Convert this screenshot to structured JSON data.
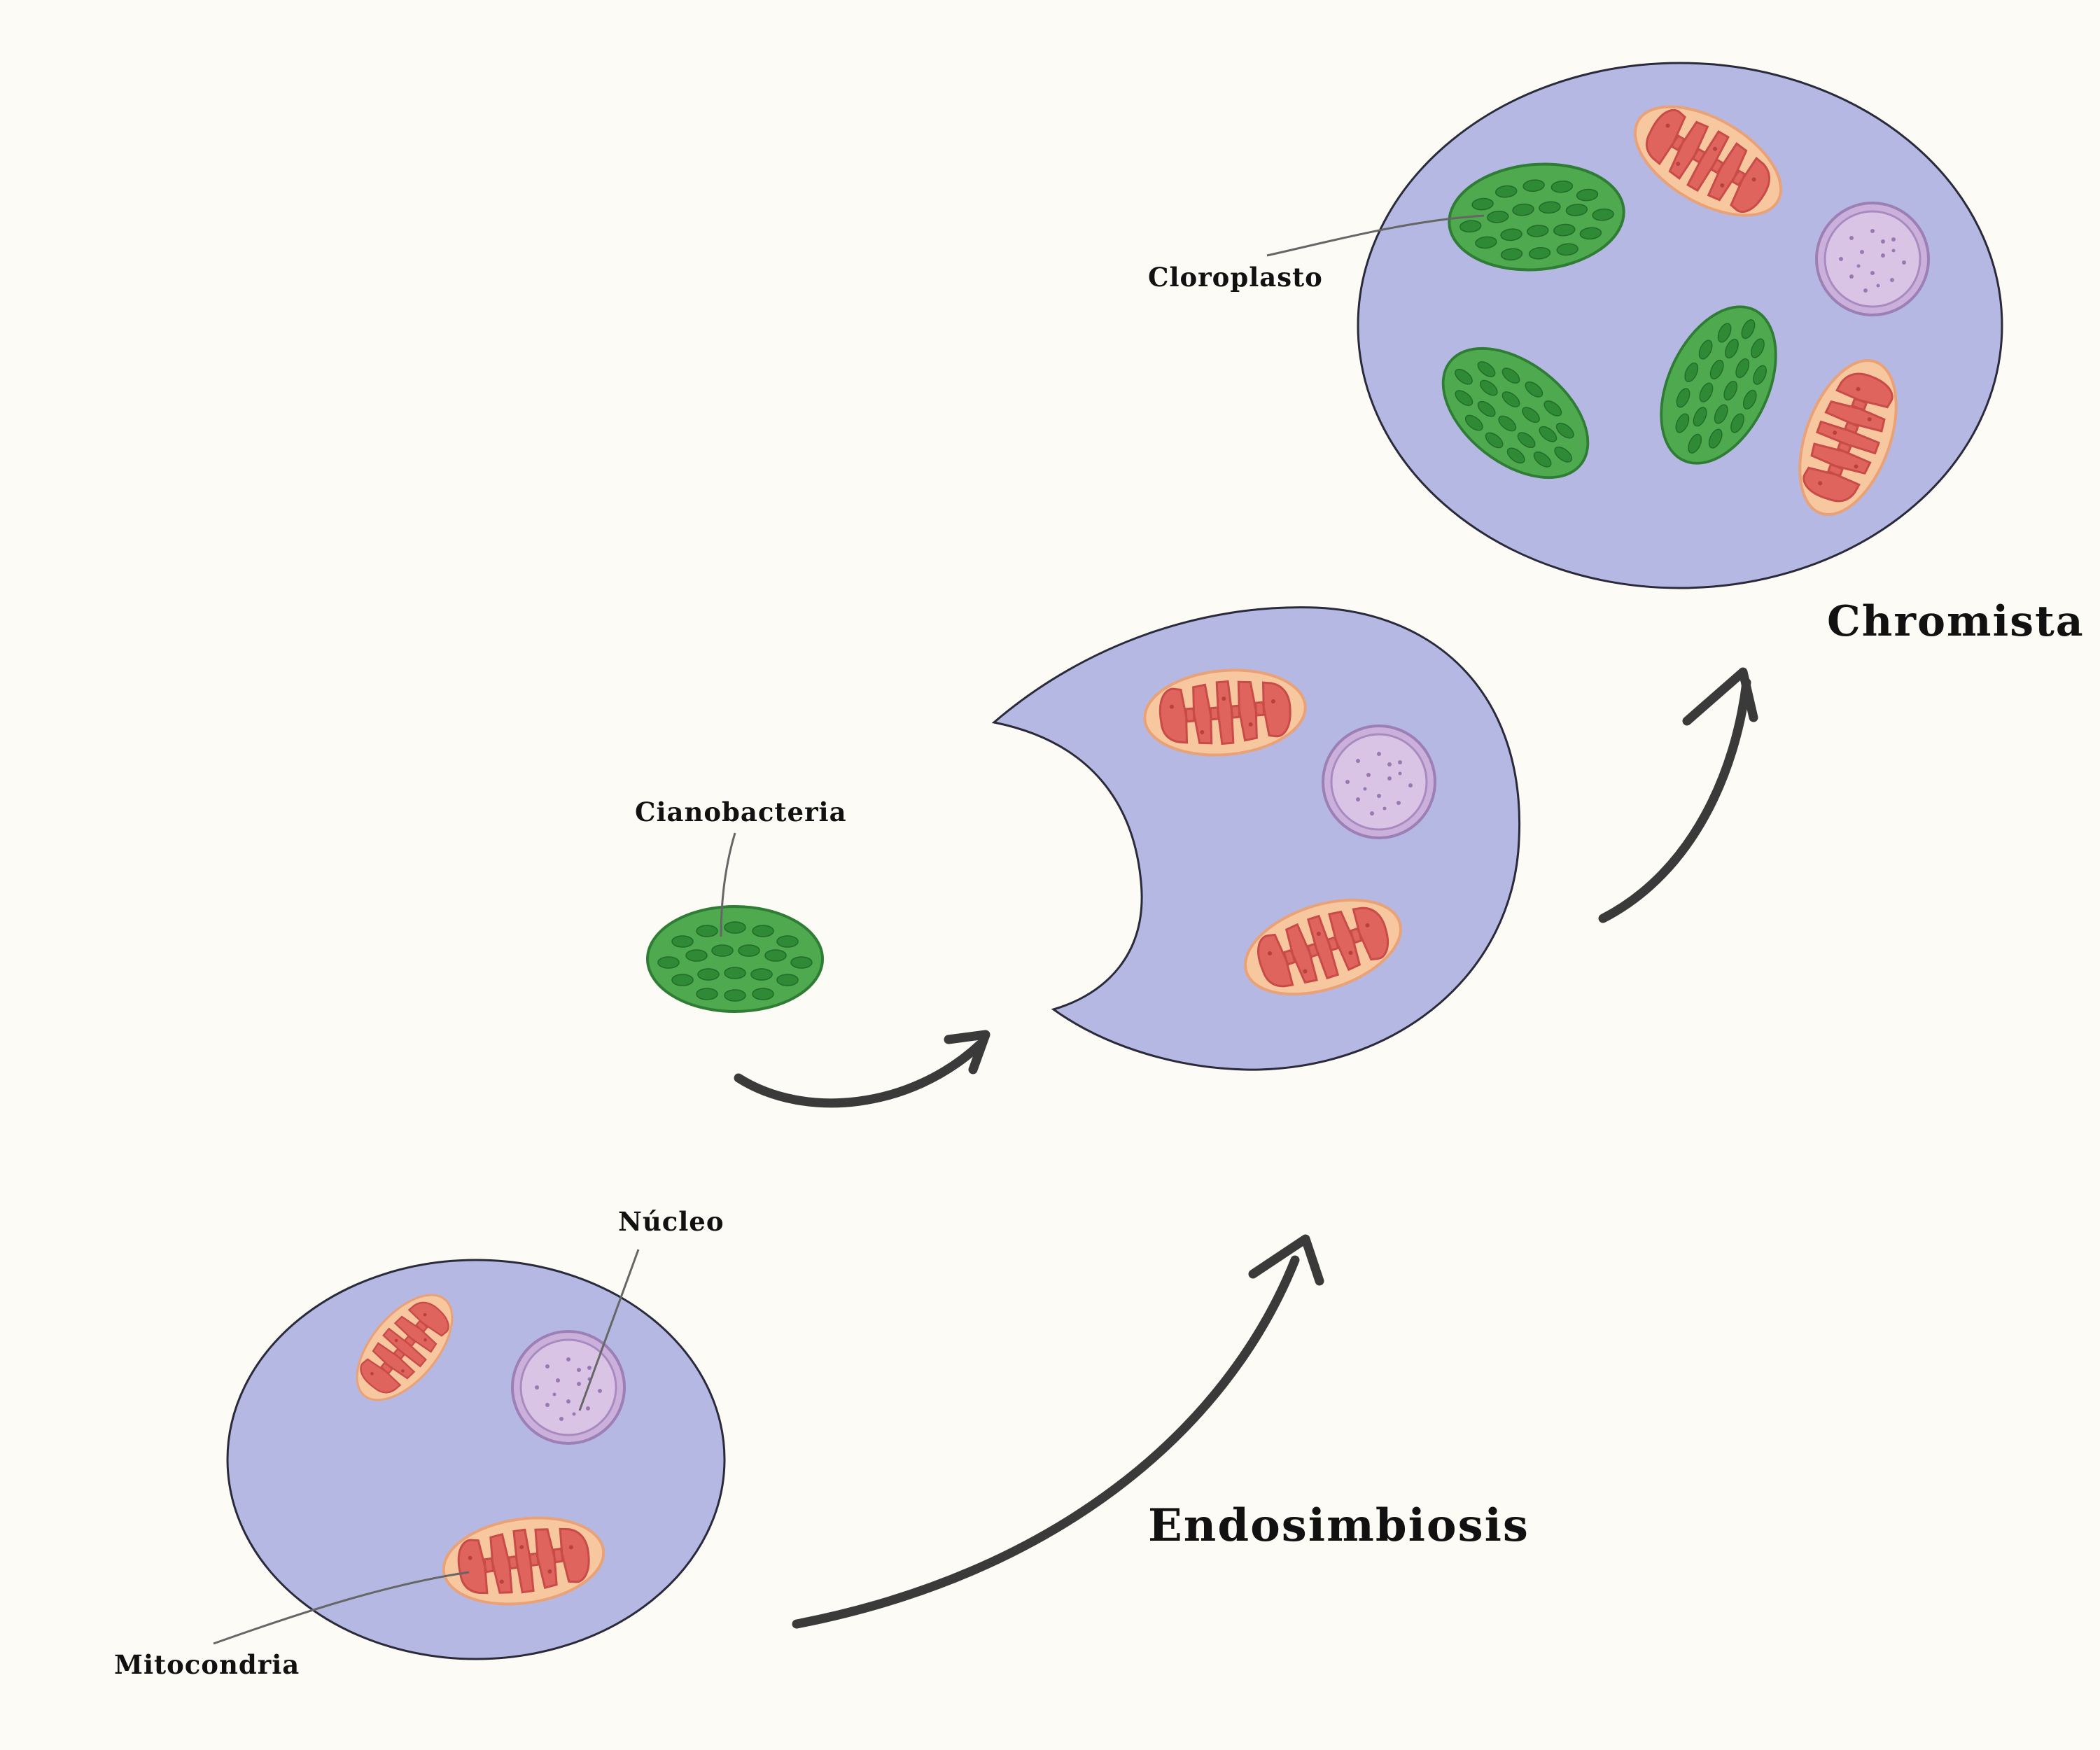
{
  "labels": {
    "nucleo": "Núcleo",
    "mitocondria": "Mitocondria",
    "cianobacteria": "Cianobacteria",
    "cloroplasto": "Cloroplasto",
    "endosimbiosis": "Endosimbiosis",
    "chromista": "Chromista"
  },
  "colors": {
    "background": "#fcfbf6",
    "cytoplasm": "#b5b8e3",
    "cell_membrane": "#2a2a3a",
    "mitochondrion_outer": "#f7c7a0",
    "mitochondrion_inner": "#e0645e",
    "nucleus": "#cbb0dc",
    "chloroplast": "#4ea94f",
    "thylakoid": "#2e8a35",
    "arrow": "#3a3a3a",
    "leader_line": "#666666"
  }
}
